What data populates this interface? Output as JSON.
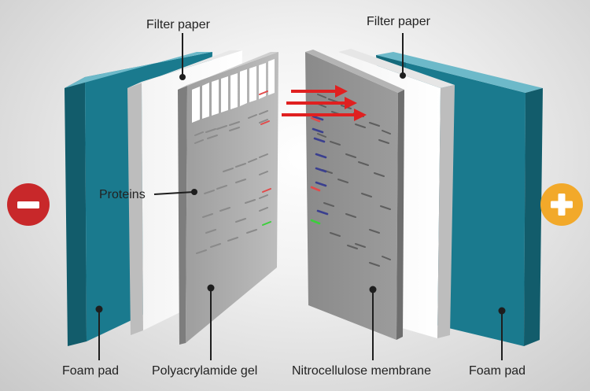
{
  "labels": {
    "filter_paper_left": "Filter paper",
    "filter_paper_right": "Filter paper",
    "proteins": "Proteins",
    "foam_pad_left": "Foam pad",
    "polyacrylamide_gel": "Polyacrylamide gel",
    "nitrocellulose_membrane": "Nitrocellulose membrane",
    "foam_pad_right": "Foam pad"
  },
  "electrodes": {
    "negative": {
      "symbol": "minus",
      "color": "#c8282a"
    },
    "positive": {
      "symbol": "plus",
      "color": "#f2a92a"
    }
  },
  "colors": {
    "foam_pad": "#1a7a8e",
    "foam_pad_dark": "#135f70",
    "foam_pad_top": "#6ab8c8",
    "gel": "#a9a9a9",
    "membrane": "#8f8f8f",
    "filter_paper": "#ffffff",
    "transfer_arrows": "#e02020",
    "band_red": "#e24a4a",
    "band_blue": "#3a3f8f",
    "band_green": "#3ccf3c"
  },
  "transfer_arrow_count": 3
}
